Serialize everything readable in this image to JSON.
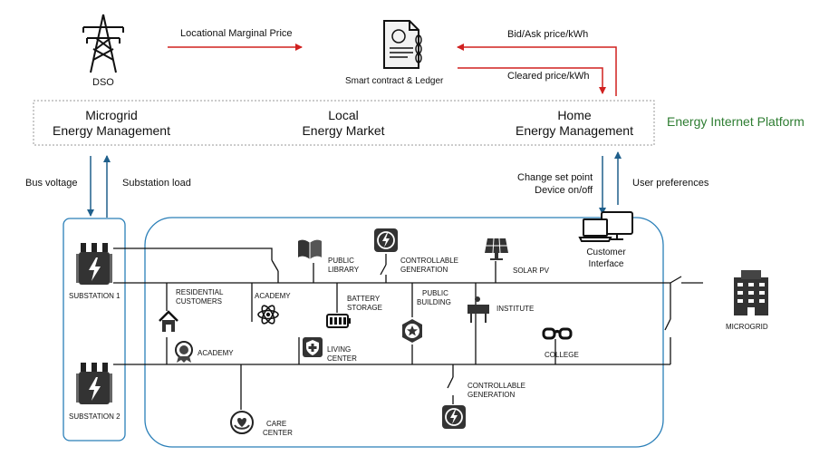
{
  "colors": {
    "flow_red": "#d0201f",
    "flow_blue": "#1f5f8b",
    "platform_green": "#2e7d32",
    "network_border": "#2a7fb8"
  },
  "top": {
    "dso_label": "DSO",
    "contract_label": "Smart contract & Ledger",
    "lmp_label": "Locational Marginal Price",
    "bid_ask_label": "Bid/Ask price/kWh",
    "cleared_label": "Cleared price/kWh"
  },
  "platform": {
    "name": "Energy Internet Platform",
    "microgrid_mgmt": [
      "Microgrid",
      "Energy Management"
    ],
    "local_market": [
      "Local",
      "Energy Market"
    ],
    "home_mgmt": [
      "Home",
      "Energy Management"
    ]
  },
  "flows": {
    "bus_voltage": "Bus voltage",
    "substation_load": "Substation load",
    "change_set_point": [
      "Change set point",
      "Device on/off"
    ],
    "user_preferences": "User preferences"
  },
  "customer_interface": [
    "Customer",
    "Interface"
  ],
  "nodes": {
    "substation1": "SUBSTATION 1",
    "substation2": "SUBSTATION 2",
    "residential": [
      "RESIDENTIAL",
      "CUSTOMERS"
    ],
    "academy_top": "ACADEMY",
    "public_library": [
      "PUBLIC",
      "LIBRARY"
    ],
    "battery": [
      "BATTERY",
      "STORAGE"
    ],
    "controllable_gen_top": [
      "CONTROLLABLE",
      "GENERATION"
    ],
    "public_building": [
      "PUBLIC",
      "BUILDING"
    ],
    "solar": "SOLAR PV",
    "institute": "INSTITUTE",
    "academy_bottom": "ACADEMY",
    "living_center": [
      "LIVING",
      "CENTER"
    ],
    "college": "COLLEGE",
    "controllable_gen_bottom": [
      "CONTROLLABLE",
      "GENERATION"
    ],
    "care_center": [
      "CARE",
      "CENTER"
    ],
    "microgrid": "MICROGRID"
  },
  "icons": {
    "dso": "transmission-tower-icon",
    "contract": "contract-document-icon",
    "laptop": "laptop-monitor-icon",
    "transformer": "transformer-icon",
    "house": "house-icon",
    "atom": "atom-icon",
    "book": "open-book-icon",
    "battery": "battery-icon",
    "generator": "lightning-generator-icon",
    "solar": "solar-panel-icon",
    "badge": "star-badge-icon",
    "board": "classroom-board-icon",
    "medal": "medal-icon",
    "shield": "shield-cross-icon",
    "glasses": "glasses-icon",
    "heart": "heart-hand-icon",
    "building": "office-building-icon"
  }
}
